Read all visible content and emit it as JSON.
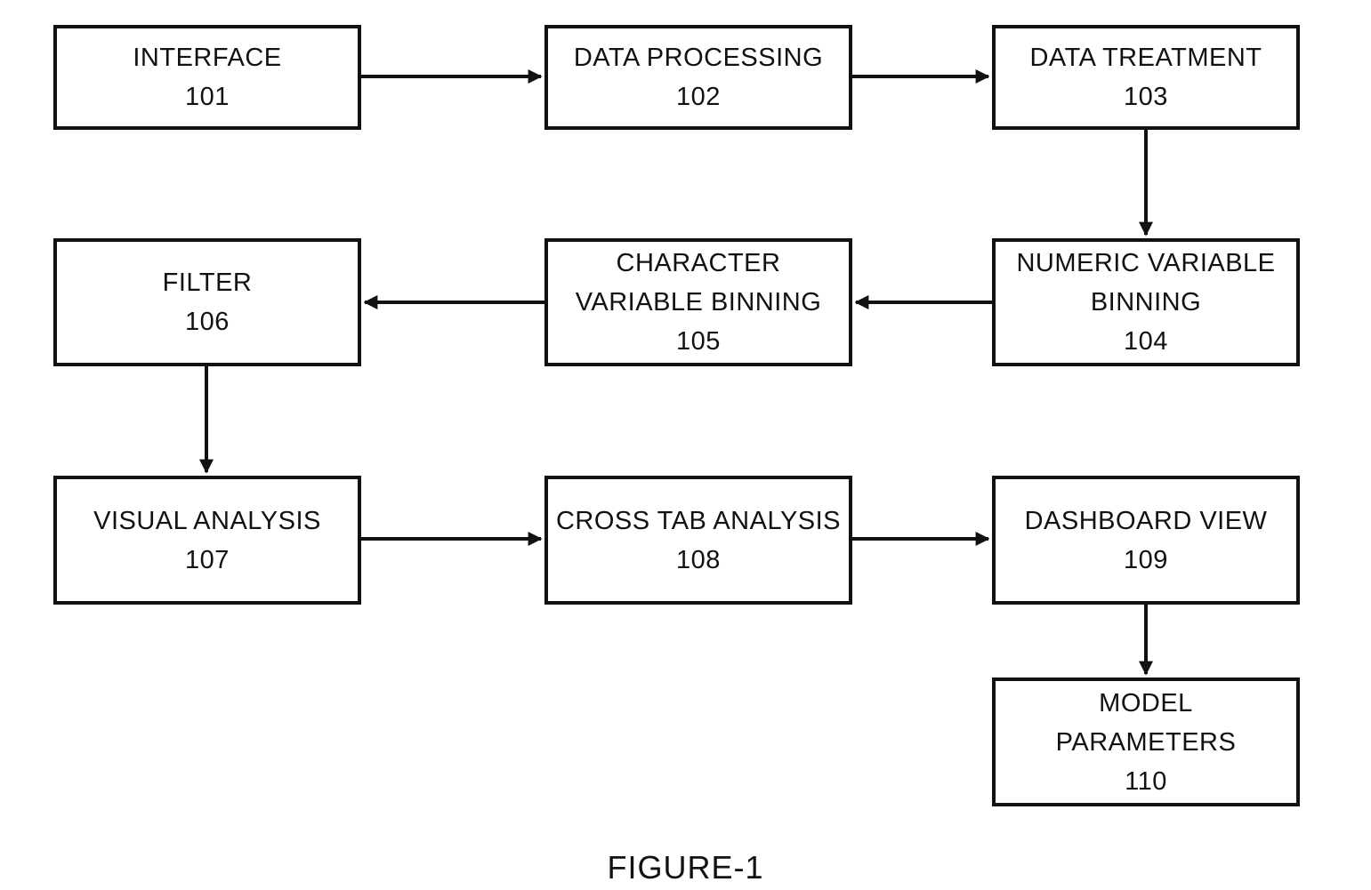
{
  "boxes": [
    {
      "id": "101",
      "lines": [
        "INTERFACE",
        "101"
      ]
    },
    {
      "id": "102",
      "lines": [
        "DATA PROCESSING",
        "102"
      ]
    },
    {
      "id": "103",
      "lines": [
        "DATA TREATMENT",
        "103"
      ]
    },
    {
      "id": "104",
      "lines": [
        "NUMERIC VARIABLE",
        "BINNING",
        "104"
      ]
    },
    {
      "id": "105",
      "lines": [
        "CHARACTER",
        "VARIABLE BINNING",
        "105"
      ]
    },
    {
      "id": "106",
      "lines": [
        "FILTER",
        "106"
      ]
    },
    {
      "id": "107",
      "lines": [
        "VISUAL ANALYSIS",
        "107"
      ]
    },
    {
      "id": "108",
      "lines": [
        "CROSS TAB ANALYSIS",
        "108"
      ]
    },
    {
      "id": "109",
      "lines": [
        "DASHBOARD VIEW",
        "109"
      ]
    },
    {
      "id": "110",
      "lines": [
        "MODEL",
        "PARAMETERS",
        "110"
      ]
    }
  ],
  "caption": "FIGURE-1"
}
